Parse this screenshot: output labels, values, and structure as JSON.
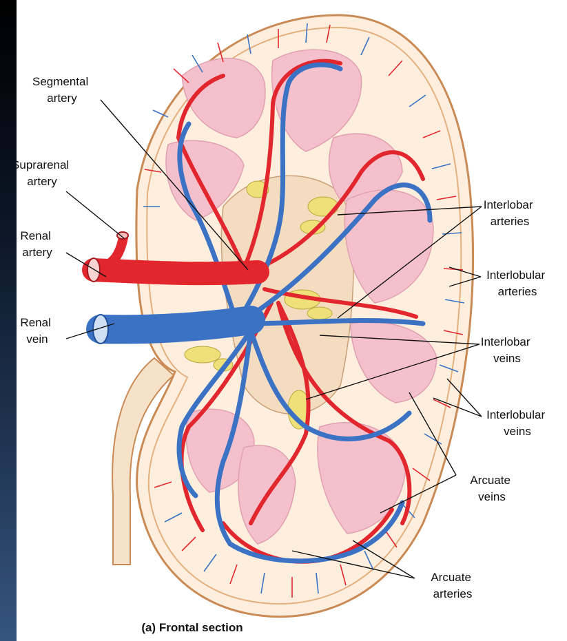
{
  "labels": {
    "segmental": [
      "Segmental",
      "artery"
    ],
    "suprarenal": [
      "Suprarenal",
      "artery"
    ],
    "renal_artery": [
      "Renal",
      "artery"
    ],
    "renal_vein": [
      "Renal",
      "vein"
    ],
    "interlobar_arteries": [
      "Interlobar",
      "arteries"
    ],
    "interlobular_arteries": [
      "Interlobular",
      "arteries"
    ],
    "interlobar_veins": [
      "Interlobar",
      "veins"
    ],
    "interlobular_veins": [
      "Interlobular",
      "veins"
    ],
    "arcuate_veins": [
      "Arcuate",
      "veins"
    ],
    "arcuate_arteries": [
      "Arcuate",
      "arteries"
    ]
  },
  "caption": "(a) Frontal section",
  "colors": {
    "capsule": "#f5c99a",
    "cortex": "#fdeede",
    "pyramid": "#f4c0cc",
    "fat": "#efe07a",
    "artery": "#e2262e",
    "vein": "#3b72c4",
    "text": "#111111"
  }
}
